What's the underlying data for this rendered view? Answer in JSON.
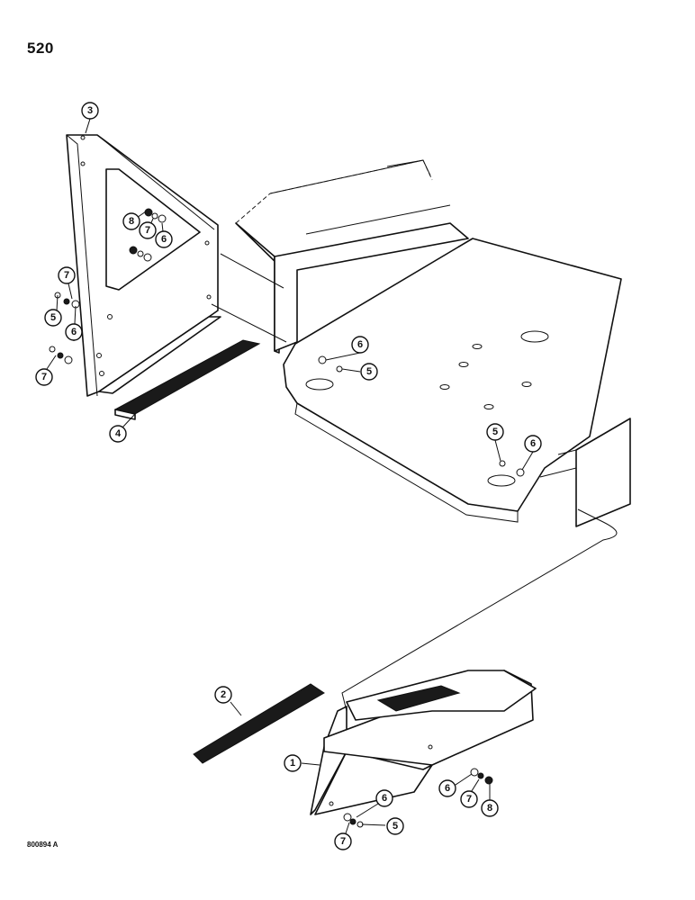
{
  "page_number": "520",
  "drawing_code": "800894 A",
  "callouts": {
    "c1": "1",
    "c2": "2",
    "c3": "3",
    "c4": "4",
    "c5a": "5",
    "c5b": "5",
    "c5c": "5",
    "c5d": "5",
    "c6a": "6",
    "c6b": "6",
    "c6c": "6",
    "c6d": "6",
    "c6e": "6",
    "c6f": "6",
    "c7a": "7",
    "c7b": "7",
    "c7c": "7",
    "c7d": "7",
    "c7e": "7",
    "c8a": "8",
    "c8b": "8"
  }
}
